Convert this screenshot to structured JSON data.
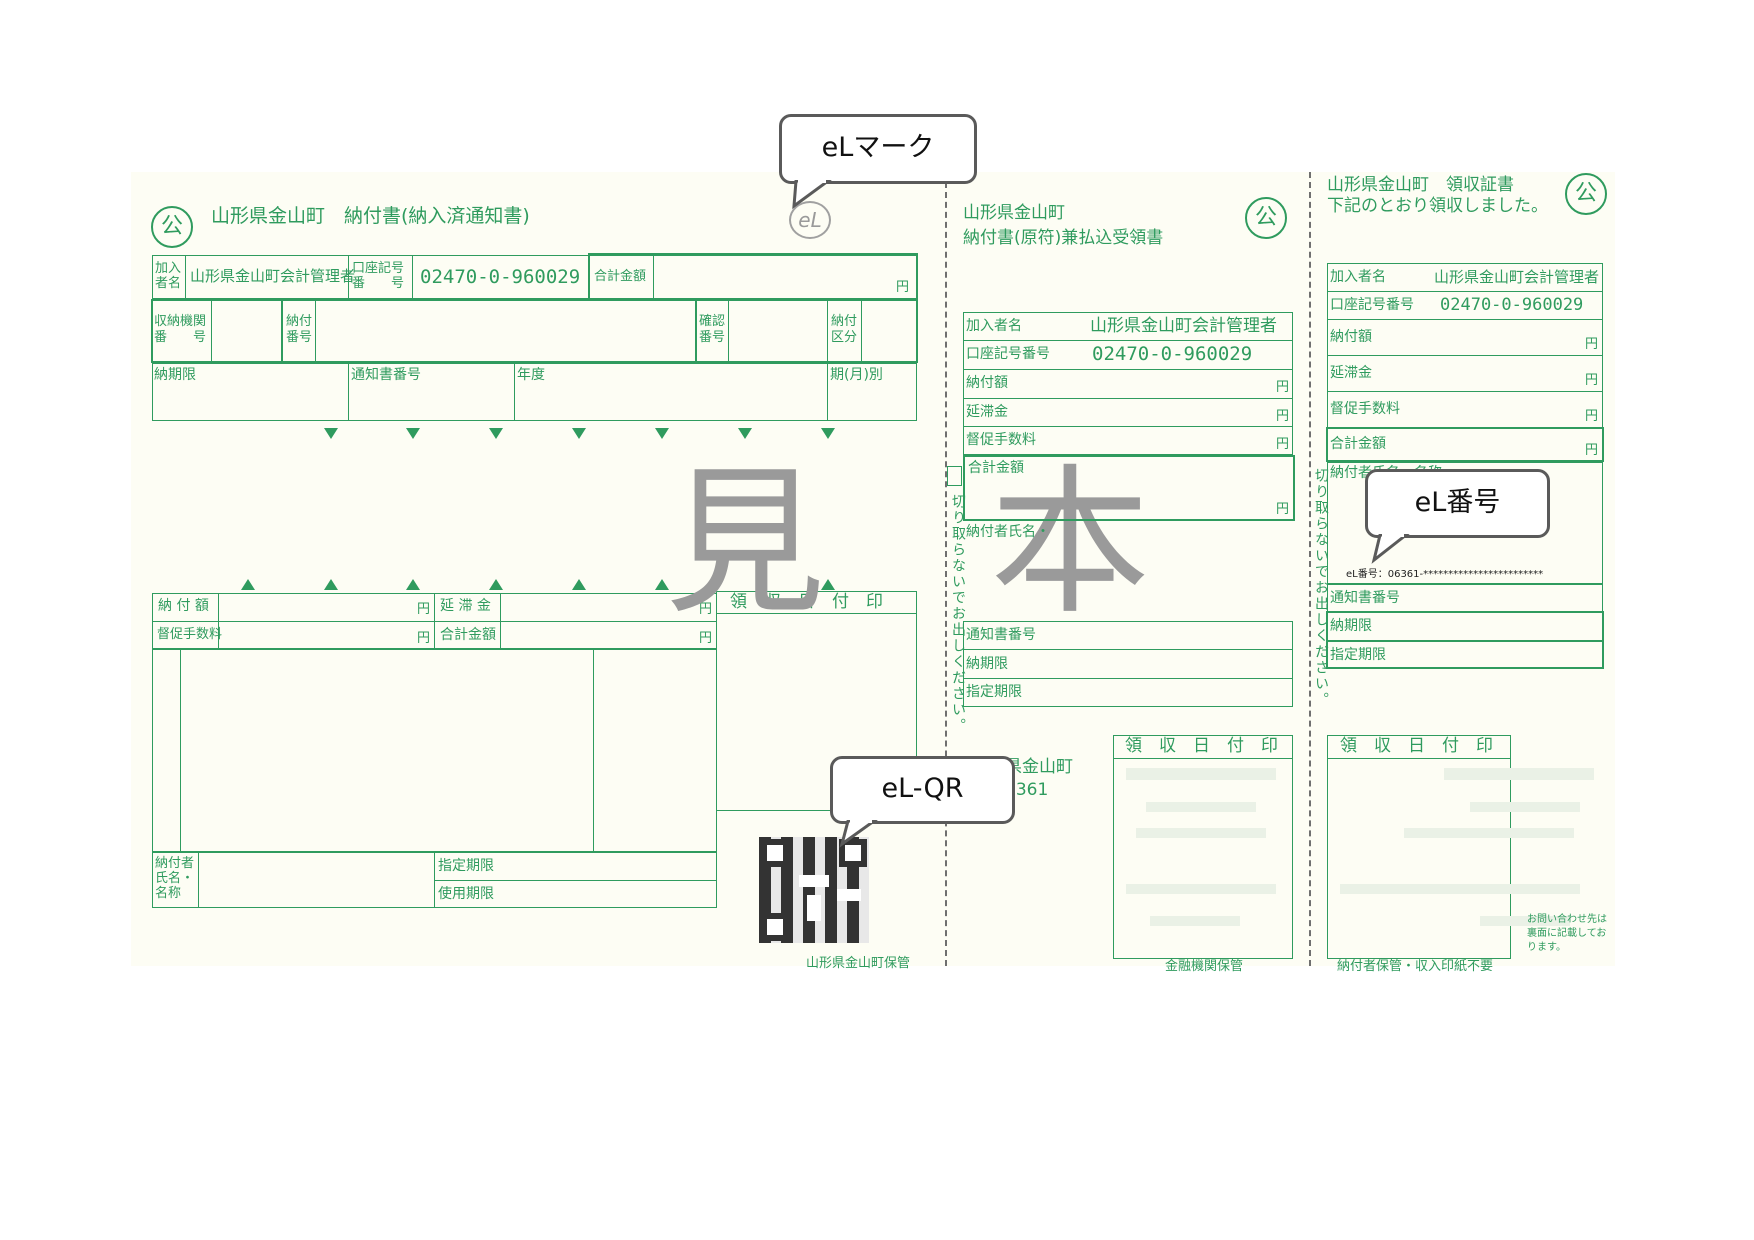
{
  "callouts": {
    "el_mark": "eLマーク",
    "el_number": "eL番号",
    "el_qr": "eL-QR"
  },
  "left_slip": {
    "title": "山形県金山町　納付書(納入済通知書)",
    "ko_symbol": "公",
    "el_logo": "eL",
    "payee_label": "加入\n者名",
    "payee_name": "山形県金山町会計管理者",
    "account_label": "口座記号\n番　　号",
    "account_number": "02470-0-960029",
    "total_label": "合計金額",
    "yen": "円",
    "receiving_agency_label": "収納機関\n番　　号",
    "payment_no_label": "納付\n番号",
    "confirm_no_label": "確認\n番号",
    "payment_class_label": "納付\n区分",
    "due_label": "納期限",
    "notice_no_label": "通知書番号",
    "year_label": "年度",
    "period_label": "期(月)別",
    "payment_amount_label": "納 付 額",
    "late_fee_label": "延 滞 金",
    "dunning_fee_label": "督促手数料",
    "total_label_2": "合計金額",
    "receipt_stamp_label": "領　収　日　付　印",
    "payer_label": "納付者\n氏名・\n名称",
    "designated_deadline_label": "指定期限",
    "use_deadline_label": "使用期限",
    "keep_label": "山形県金山町保管",
    "watermark_1": "見",
    "watermark_2": "本"
  },
  "middle_slip": {
    "title_1": "山形県金山町",
    "title_2": "納付書(原符)兼払込受領書",
    "ko_symbol": "公",
    "payee_label": "加入者名",
    "payee_name": "山形県金山町会計管理者",
    "account_label": "口座記号番号",
    "account_number": "02470-0-960029",
    "payment_amount_label": "納付額",
    "late_fee_label": "延滞金",
    "dunning_fee_label": "督促手数料",
    "total_label": "合計金額",
    "yen": "円",
    "payer_label": "納付者氏名・",
    "notice_no_label": "通知書番号",
    "due_label": "納期限",
    "designated_label": "指定期限",
    "cut_notice": "切り取らないでお出しください。",
    "town_label": "県金山町",
    "town_code": "6361",
    "receipt_stamp_label": "領　収　日　付　印",
    "keep_label": "金融機関保管"
  },
  "right_slip": {
    "title_1": "山形県金山町　領収証書",
    "title_2": "下記のとおり領収しました。",
    "ko_symbol": "公",
    "payee_label": "加入者名",
    "payee_name": "山形県金山町会計管理者",
    "account_label": "口座記号番号",
    "account_number": "02470-0-960029",
    "payment_amount_label": "納付額",
    "late_fee_label": "延滞金",
    "dunning_fee_label": "督促手数料",
    "total_label": "合計金額",
    "yen": "円",
    "payer_label": "納付者氏名・名称",
    "el_number_line": "eL番号：06361-************************",
    "notice_no_label": "通知書番号",
    "due_label": "納期限",
    "designated_label": "指定期限",
    "cut_notice": "切り取らないでお出しください。",
    "receipt_stamp_label": "領　収　日　付　印",
    "inquiry_note": "お問い合わせ先は\n裏面に記載してお\nります。",
    "keep_label": "納付者保管・収入印紙不要"
  }
}
